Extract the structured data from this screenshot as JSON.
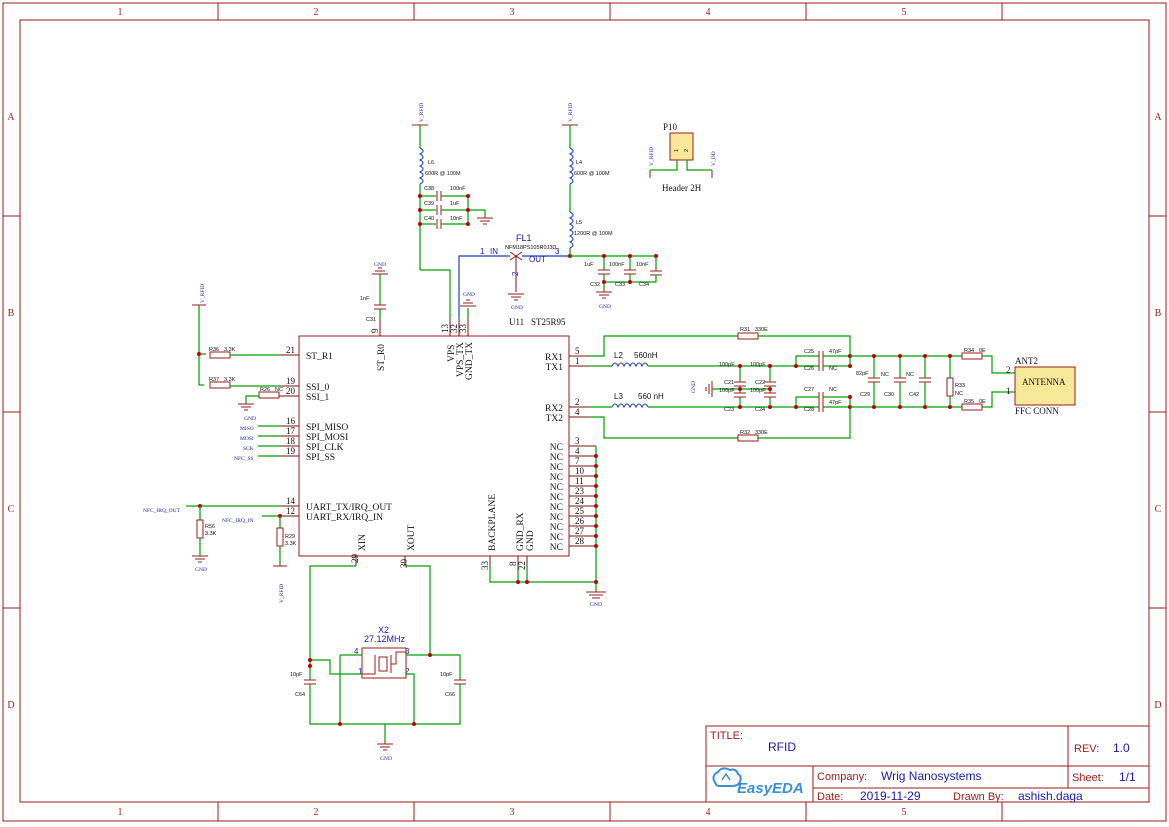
{
  "frame": {
    "columns": [
      "1",
      "2",
      "3",
      "4",
      "5"
    ],
    "rows": [
      "A",
      "B",
      "C",
      "D"
    ]
  },
  "title_block": {
    "title_label": "TITLE:",
    "title": "RFID",
    "rev_label": "REV:",
    "rev": "1.0",
    "company_label": "Company:",
    "company": "Wrig Nanosystems",
    "sheet_label": "Sheet:",
    "sheet": "1/1",
    "date_label": "Date:",
    "date": "2019-11-29",
    "drawn_label": "Drawn By:",
    "drawn_by": "ashish.daga",
    "logo_text": "EasyEDA"
  },
  "u11": {
    "designator": "U11",
    "part": "ST25R95",
    "pins_left": [
      {
        "num": "21",
        "name": "ST_R1"
      },
      {
        "num": "19",
        "name": "SSI_0"
      },
      {
        "num": "20",
        "name": "SSI_1"
      },
      {
        "num": "16",
        "name": "SPI_MISO"
      },
      {
        "num": "17",
        "name": "SPI_MOSI"
      },
      {
        "num": "18",
        "name": "SPI_CLK"
      },
      {
        "num": "19",
        "name": "SPI_SS"
      },
      {
        "num": "14",
        "name": "UART_TX/IRQ_OUT"
      },
      {
        "num": "12",
        "name": "UART_RX/IRQ_IN"
      }
    ],
    "pins_top": [
      {
        "num": "9",
        "name": "ST_R0"
      },
      {
        "num": "13",
        "name": "VPS"
      },
      {
        "num": "32",
        "name": "VPS_TX"
      },
      {
        "num": "33",
        "name": "GND_TX"
      }
    ],
    "pins_right": [
      {
        "num": "5",
        "name": "RX1"
      },
      {
        "num": "1",
        "name": "TX1"
      },
      {
        "num": "2",
        "name": "RX2"
      },
      {
        "num": "4",
        "name": "TX2"
      }
    ],
    "pins_nc": [
      "3",
      "4",
      "7",
      "10",
      "11",
      "23",
      "24",
      "25",
      "26",
      "27",
      "28"
    ],
    "nc_label": "NC",
    "pins_bottom": [
      {
        "num": "29",
        "name": "XIN"
      },
      {
        "num": "30",
        "name": "XOUT"
      },
      {
        "num": "33",
        "name": "BACKPLANE"
      },
      {
        "num": "8",
        "name": "GND_RX"
      },
      {
        "num": "22",
        "name": "GND"
      }
    ]
  },
  "nets": {
    "vrfid": "V_RFID",
    "gnd": "GND",
    "vdd": "V_DD",
    "miso": "MISO",
    "mosi": "MOSI",
    "sck": "SCK",
    "nfc_ss": "NFC_SS",
    "nfc_irq_out": "NFC_IRQ_OUT",
    "nfc_irq_in": "NFC_IRQ_IN"
  },
  "components": {
    "l6": {
      "ref": "L6",
      "value": "600R @ 100M"
    },
    "l4": {
      "ref": "L4",
      "value": "600R @ 100M"
    },
    "l5": {
      "ref": "L5",
      "value": "1200R @ 100M"
    },
    "c38": {
      "ref": "C38",
      "value": "100nF"
    },
    "c39": {
      "ref": "C39",
      "value": "1uF"
    },
    "c40": {
      "ref": "C40",
      "value": "10nF"
    },
    "c31": {
      "ref": "C31",
      "value": "1nF"
    },
    "c32": {
      "ref": "C32",
      "value": "1uF"
    },
    "c33": {
      "ref": "C33",
      "value": "100nF"
    },
    "c34": {
      "ref": "C34",
      "value": "10nF"
    },
    "fl1": {
      "ref": "FL1",
      "part": "NFM18PS105R0J3D",
      "pin_in": "1",
      "in_label": "IN",
      "pin_out": "3",
      "out_label": "OUT",
      "pin_gnd": "2"
    },
    "p10": {
      "ref": "P10",
      "part": "Header 2H",
      "pin1": "1",
      "pin2": "2"
    },
    "r36": {
      "ref": "R36",
      "value": "3.3K"
    },
    "r37": {
      "ref": "R37",
      "value": "3.3K"
    },
    "r26": {
      "ref": "R26",
      "value": "NC"
    },
    "r56": {
      "ref": "R56",
      "value": "3.3K"
    },
    "r29": {
      "ref": "R29",
      "value": "3.3K"
    },
    "r31": {
      "ref": "R31",
      "value": "330E"
    },
    "r32": {
      "ref": "R32",
      "value": "330E"
    },
    "r33": {
      "ref": "R33",
      "value": "NC"
    },
    "r34": {
      "ref": "R34",
      "value": "0E"
    },
    "r35": {
      "ref": "R35",
      "value": "0E"
    },
    "l2": {
      "ref": "L2",
      "value": "560nH"
    },
    "l3": {
      "ref": "L3",
      "value": "560 nH"
    },
    "c21": {
      "ref": "C21",
      "value": "100pF"
    },
    "c22": {
      "ref": "C22",
      "value": "100pF"
    },
    "c23": {
      "ref": "C23",
      "value": "100pF"
    },
    "c24": {
      "ref": "C24",
      "value": "100pF"
    },
    "c25": {
      "ref": "C25",
      "value": "47pF"
    },
    "c26": {
      "ref": "C26",
      "value": "NC"
    },
    "c27": {
      "ref": "C27",
      "value": "NC"
    },
    "c28": {
      "ref": "C28",
      "value": "47pF"
    },
    "c29": {
      "ref": "C29",
      "value": "82pF"
    },
    "c30": {
      "ref": "C30",
      "value": "NC"
    },
    "c42": {
      "ref": "C42",
      "value": "NC"
    },
    "c64": {
      "ref": "C64",
      "value": "10pF"
    },
    "c66": {
      "ref": "C66",
      "value": "10pF"
    },
    "x2": {
      "ref": "X2",
      "value": "27.12MHz",
      "pins": [
        "4",
        "3",
        "1",
        "2"
      ]
    },
    "ant2": {
      "ref": "ANT2",
      "name": "ANTENNA",
      "part": "FFC CONN",
      "pin1": "1",
      "pin2": "2"
    }
  }
}
